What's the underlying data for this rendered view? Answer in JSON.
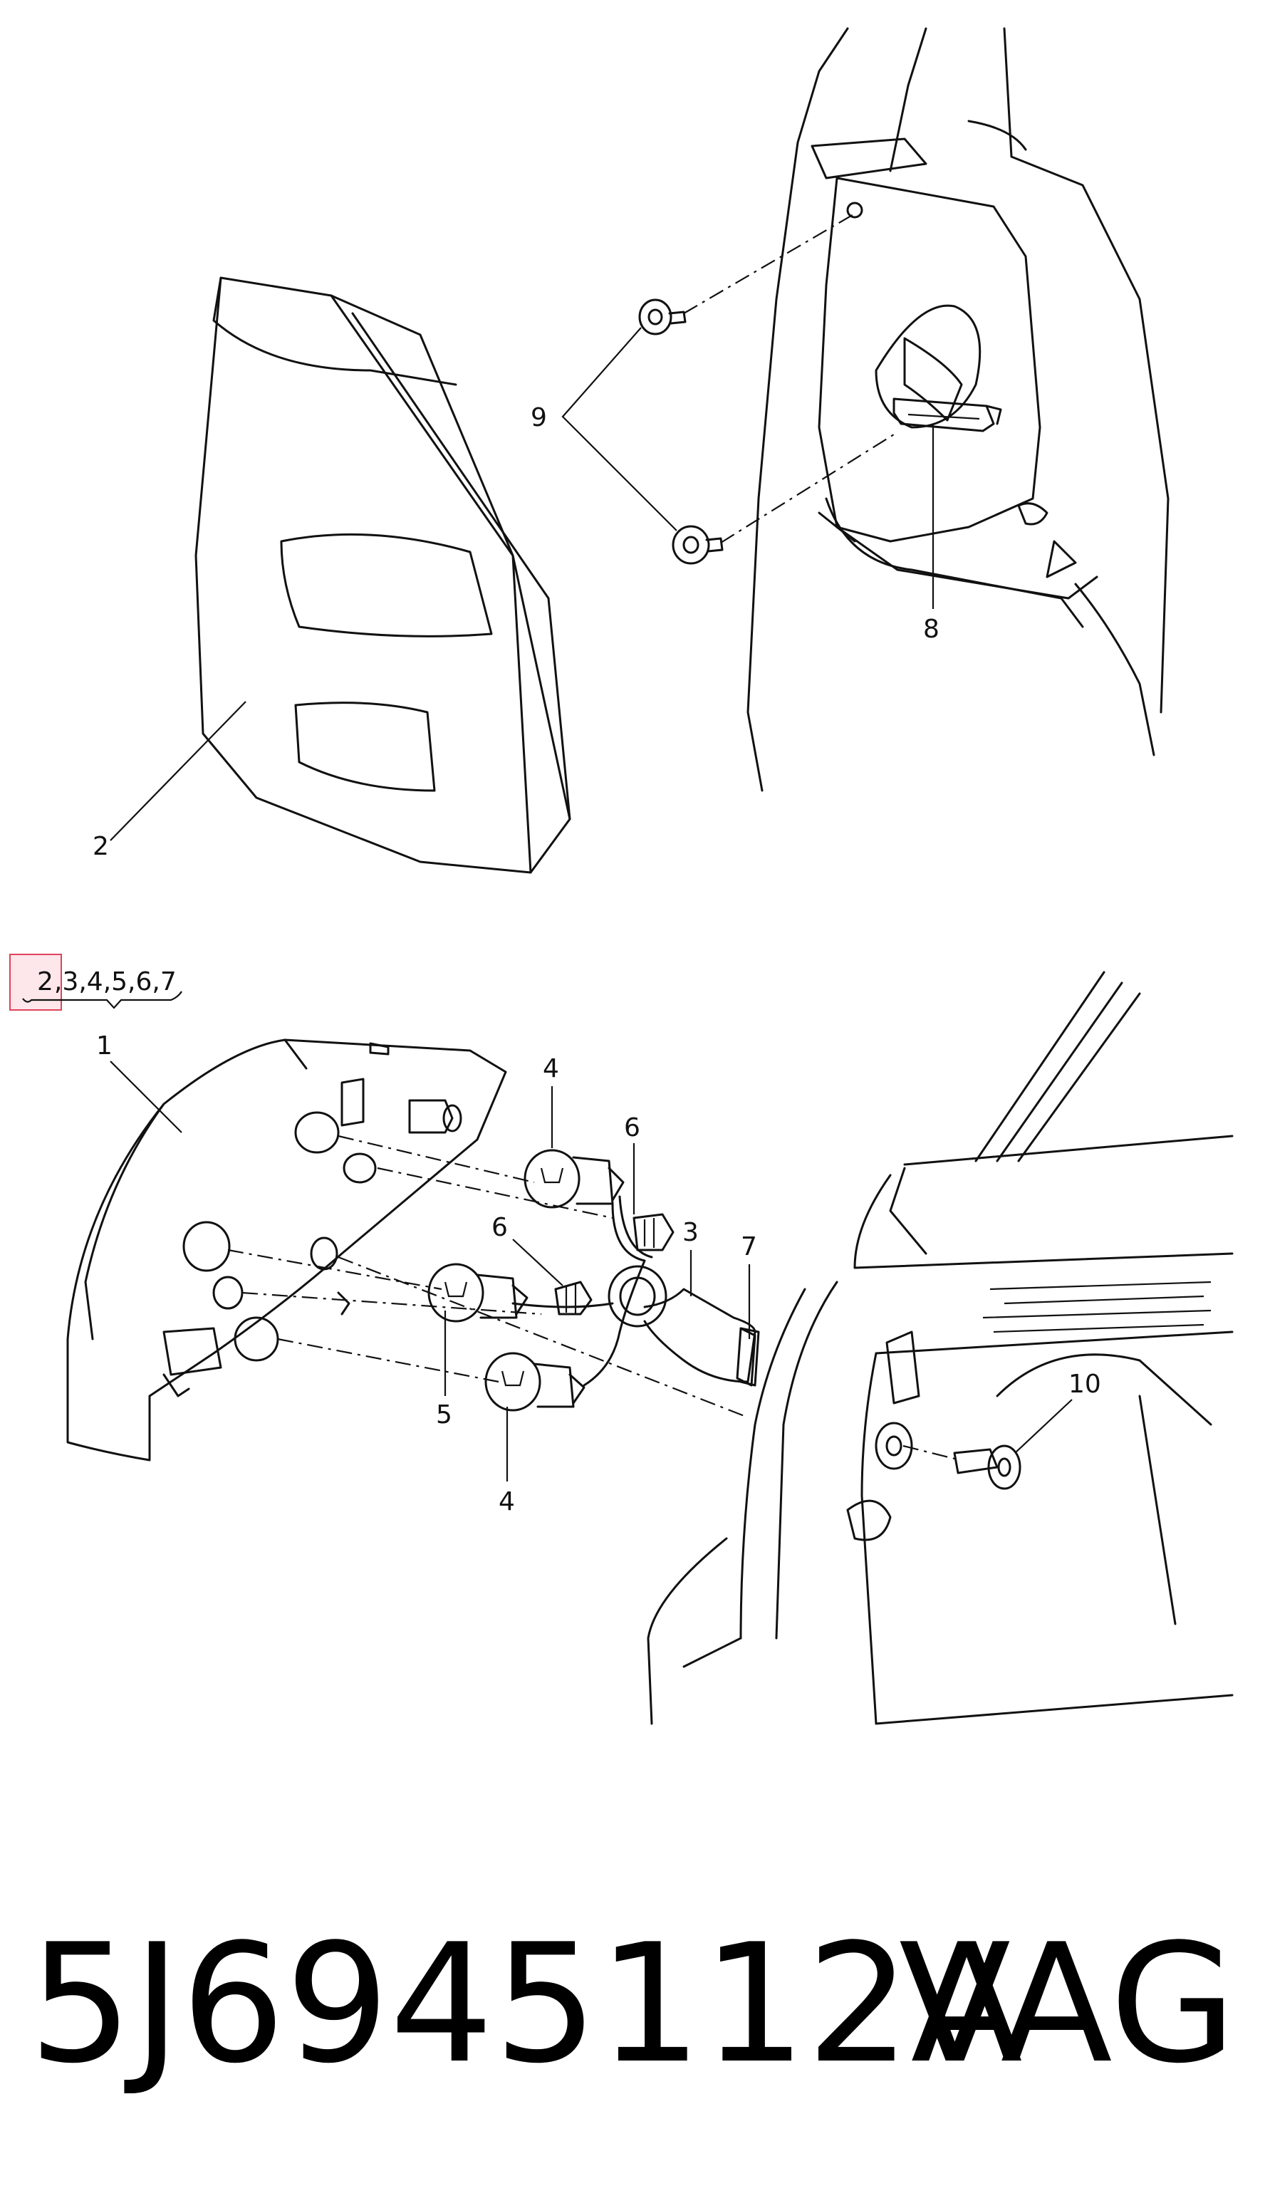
{
  "callouts": {
    "c1": "1",
    "c2_top": "2",
    "c3": "3",
    "c4_top": "4",
    "c4_bottom": "4",
    "c5": "5",
    "c6_top": "6",
    "c6_mid": "6",
    "c7": "7",
    "c8": "8",
    "c9": "9",
    "c10": "10"
  },
  "group_label": {
    "first": "2",
    "rest": ",3,4,5,6,7"
  },
  "footer": {
    "part_number": "5J6945112A",
    "brand": "VAG"
  },
  "colors": {
    "line": "#111111",
    "highlight_border": "#e0425a",
    "highlight_fill": "#fde7ea"
  }
}
